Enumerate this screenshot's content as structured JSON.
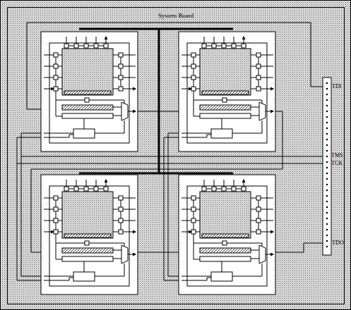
{
  "diagram": {
    "nodes": [
      {
        "text": [
          "System Board"
        ]
      }
    ],
    "labels": [
      "TDI",
      "TMS",
      "TCK",
      "TDO"
    ]
  }
}
